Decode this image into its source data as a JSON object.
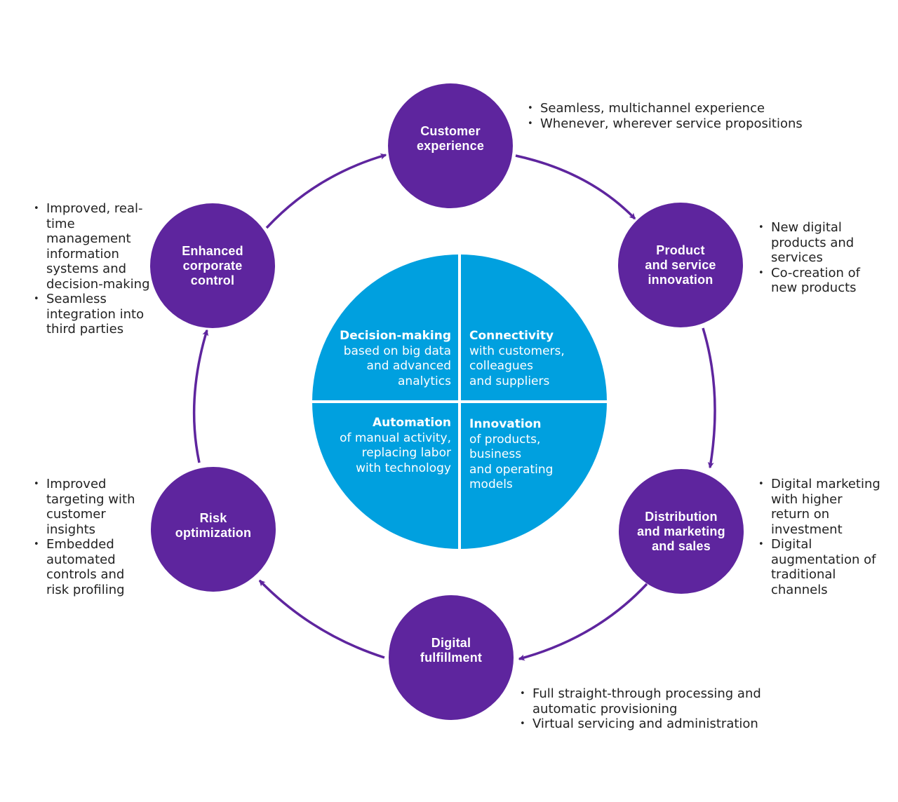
{
  "colors": {
    "node": "#5e259e",
    "hub": "#00a0df",
    "arrow": "#5e259e",
    "text": "#222222"
  },
  "hub": {
    "quadrants": [
      {
        "title": "Decision-making",
        "subtitle": "based on big data\nand advanced\nanalytics"
      },
      {
        "title": "Connectivity",
        "subtitle": "with customers,\ncolleagues\nand suppliers"
      },
      {
        "title": "Automation",
        "subtitle": "of manual activity,\nreplacing labor\nwith technology"
      },
      {
        "title": "Innovation",
        "subtitle": "of products,\nbusiness\nand operating\nmodels"
      }
    ]
  },
  "nodes": [
    {
      "label": "Customer\nexperience",
      "notes": [
        "Seamless, multichannel experience",
        "Whenever, wherever service propositions"
      ]
    },
    {
      "label": "Product\nand service\ninnovation",
      "notes": [
        "New digital products and services",
        "Co-creation of new products"
      ]
    },
    {
      "label": "Distribution\nand marketing\nand sales",
      "notes": [
        "Digital marketing with higher return on investment",
        "Digital augmentation of traditional channels"
      ]
    },
    {
      "label": "Digital\nfulfillment",
      "notes": [
        "Full straight-through processing and automatic provisioning",
        "Virtual servicing and administration"
      ]
    },
    {
      "label": "Risk\noptimization",
      "notes": [
        "Improved targeting with customer insights",
        "Embedded automated controls and risk profiling"
      ]
    },
    {
      "label": "Enhanced\ncorporate\ncontrol",
      "notes": [
        "Improved, real-time management information systems and decision-making",
        "Seamless integration into third parties"
      ]
    }
  ],
  "flow": [
    {
      "from": "Customer experience",
      "to": "Product and service innovation"
    },
    {
      "from": "Product and service innovation",
      "to": "Distribution and marketing and sales"
    },
    {
      "from": "Distribution and marketing and sales",
      "to": "Digital fulfillment"
    },
    {
      "from": "Digital fulfillment",
      "to": "Risk optimization"
    },
    {
      "from": "Risk optimization",
      "to": "Enhanced corporate control"
    },
    {
      "from": "Enhanced corporate control",
      "to": "Customer experience"
    }
  ]
}
